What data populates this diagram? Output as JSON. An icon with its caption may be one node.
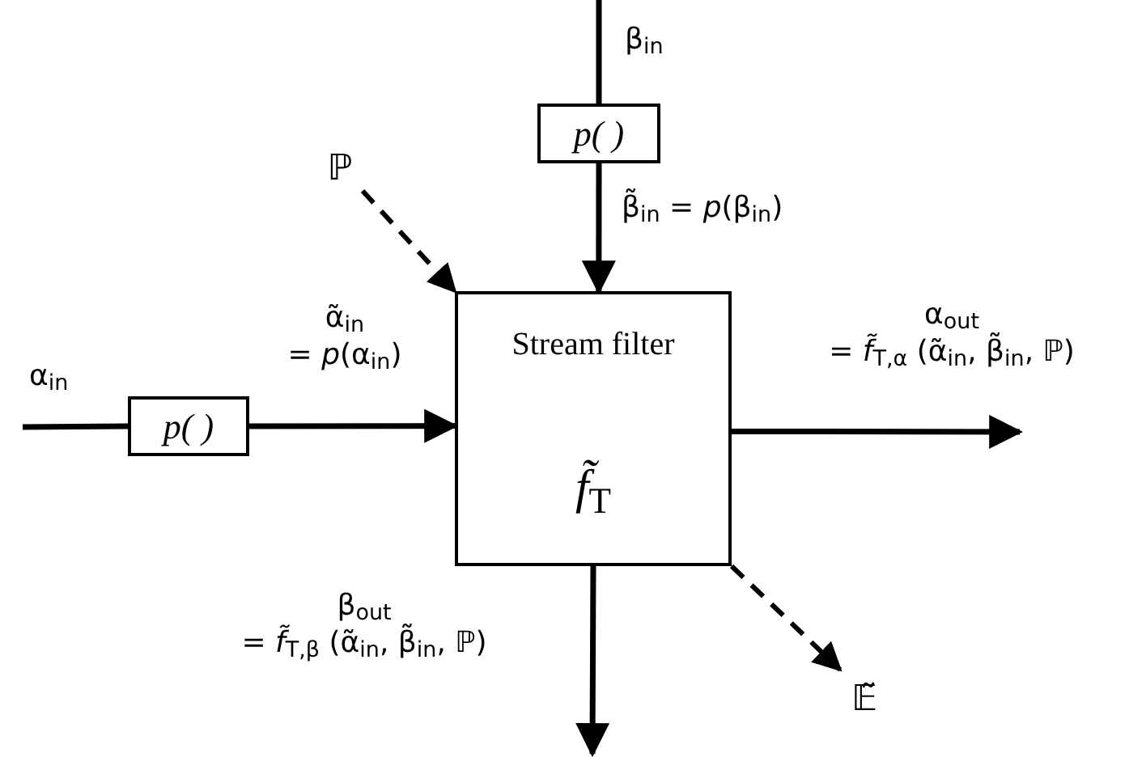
{
  "diagram": {
    "nodes": [
      {
        "text": [
          "Stream filter",
          "*f̃*$_{T}$"
        ]
      },
      {
        "text": [
          "p( )"
        ]
      },
      {
        "text": [
          "p( )"
        ]
      },
      {
        "text": [
          "ℙ"
        ]
      },
      {
        "text": [
          "𝔼̃"
        ]
      }
    ],
    "edges": [
      {
        "from": null,
        "to": 1,
        "arrow": "none",
        "label": "β$_{in}$"
      },
      {
        "from": 1,
        "to": 0,
        "arrow": "to",
        "label": "β̃$_{in}$ = *p*(β$_{in}$)"
      },
      {
        "from": null,
        "to": 2,
        "arrow": "none",
        "label": "α$_{in}$"
      },
      {
        "from": 2,
        "to": 0,
        "arrow": "to",
        "label": "α̃$_{in}$ = *p*(α$_{in}$)"
      },
      {
        "from": 0,
        "to": null,
        "arrow": "to",
        "label": "α$_{out}$ = *f̃*$_{T,α}$ (α̃$_{in}$, β̃$_{in}$, ℙ)"
      },
      {
        "from": 0,
        "to": null,
        "arrow": "to",
        "label": "β$_{out}$ = *f̃*$_{T,β}$ (α̃$_{in}$, β̃$_{in}$, ℙ)"
      },
      {
        "from": 3,
        "to": 0,
        "arrow": "to",
        "style": "dashed"
      },
      {
        "from": 0,
        "to": 4,
        "arrow": "to",
        "style": "dashed"
      }
    ]
  }
}
